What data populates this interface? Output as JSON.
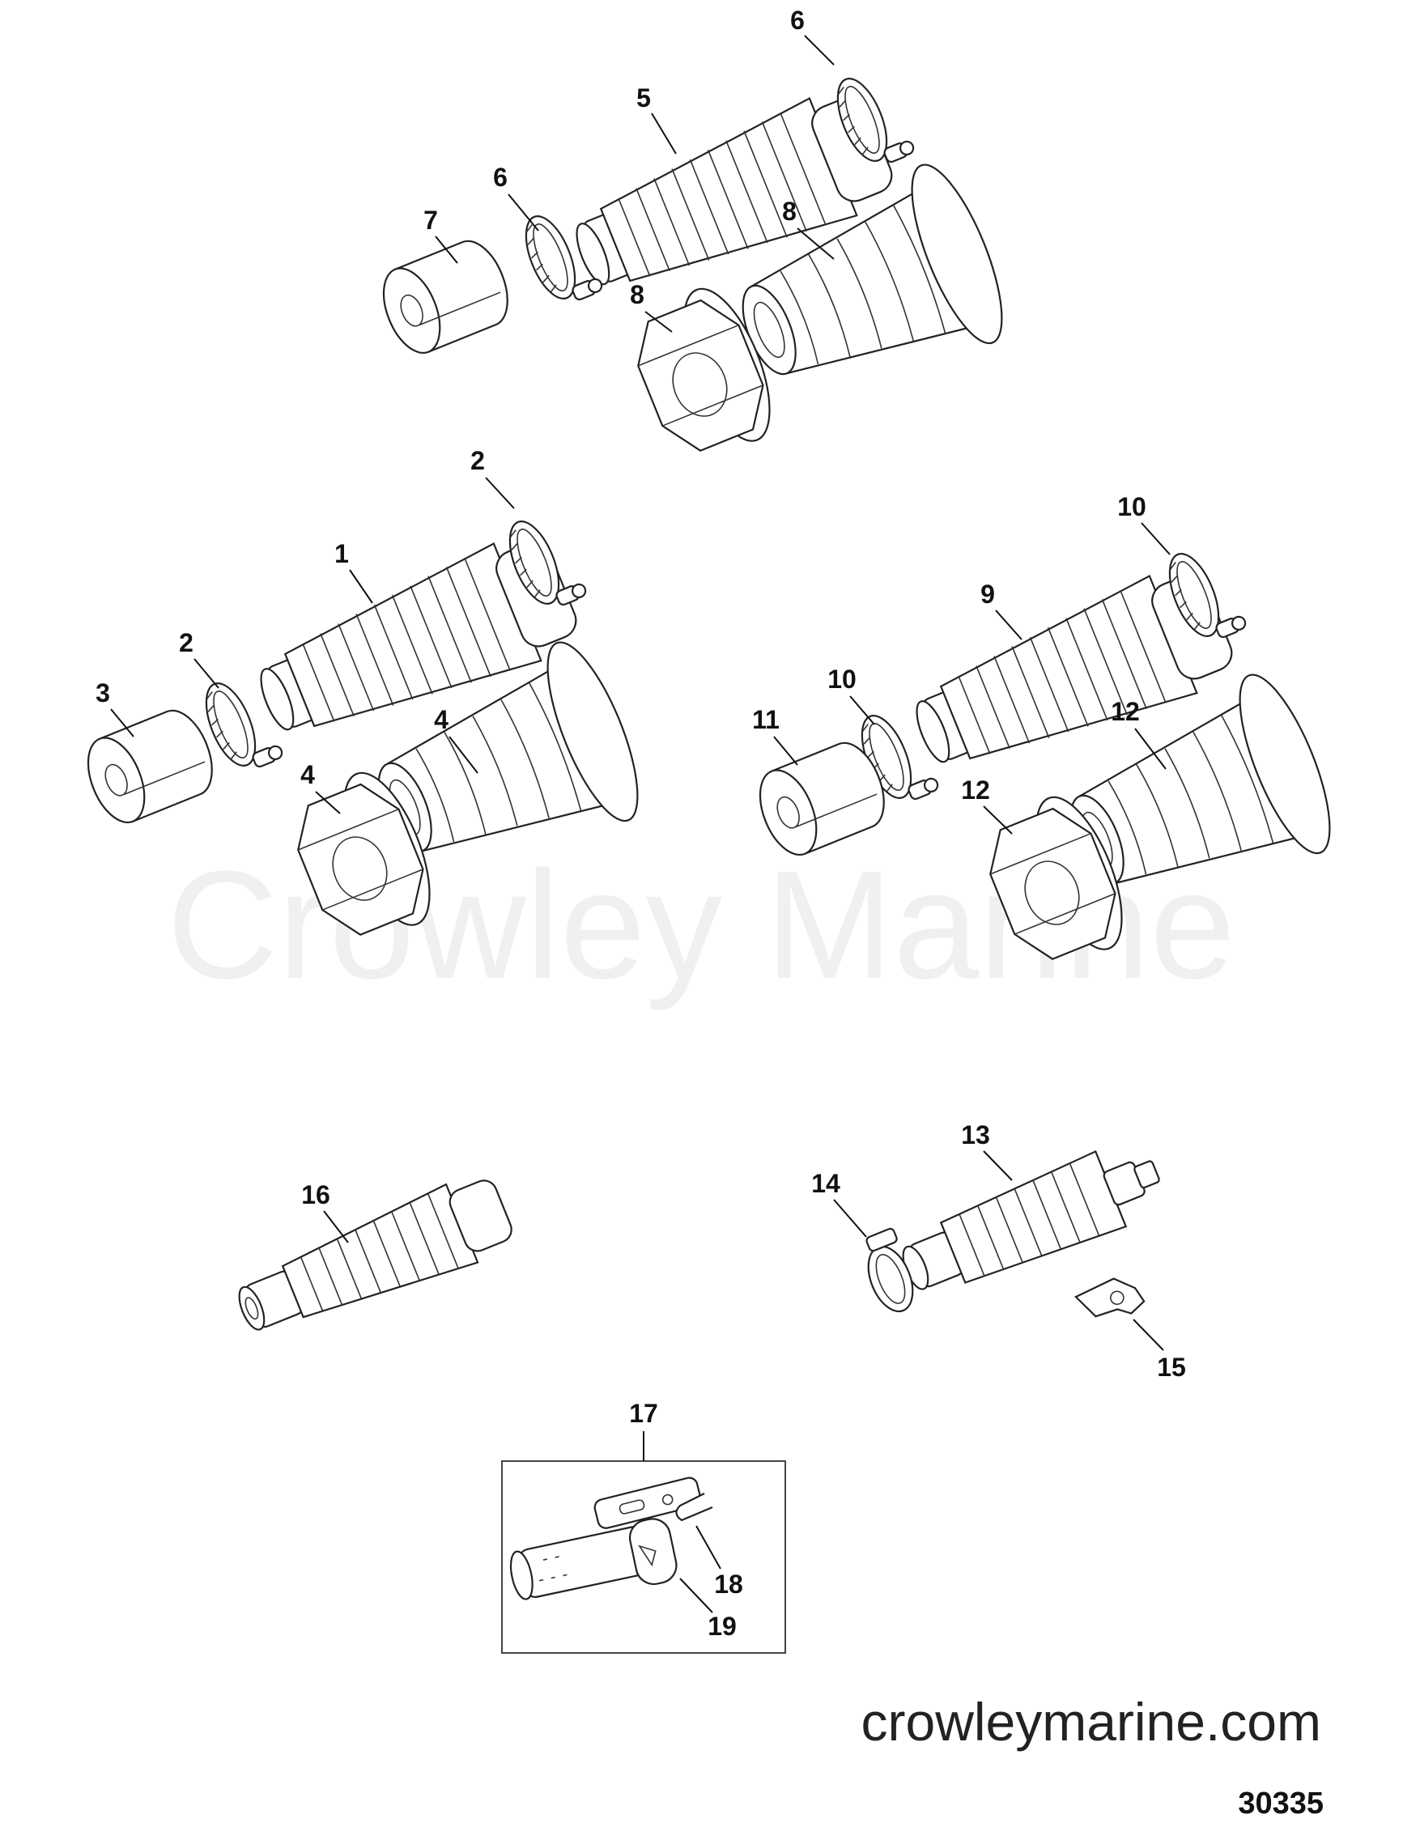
{
  "watermark": "Crowley Marine",
  "footer": {
    "website": "crowleymarine.com",
    "diagram_number": "30335"
  },
  "callouts": {
    "c1": "1",
    "c2": "2",
    "c3": "3",
    "c4": "4",
    "c5": "5",
    "c6": "6",
    "c7": "7",
    "c8": "8",
    "c9": "9",
    "c10": "10",
    "c11": "11",
    "c12": "12",
    "c13": "13",
    "c14": "14",
    "c15": "15",
    "c16": "16",
    "c17": "17",
    "c18": "18",
    "c19": "19"
  }
}
